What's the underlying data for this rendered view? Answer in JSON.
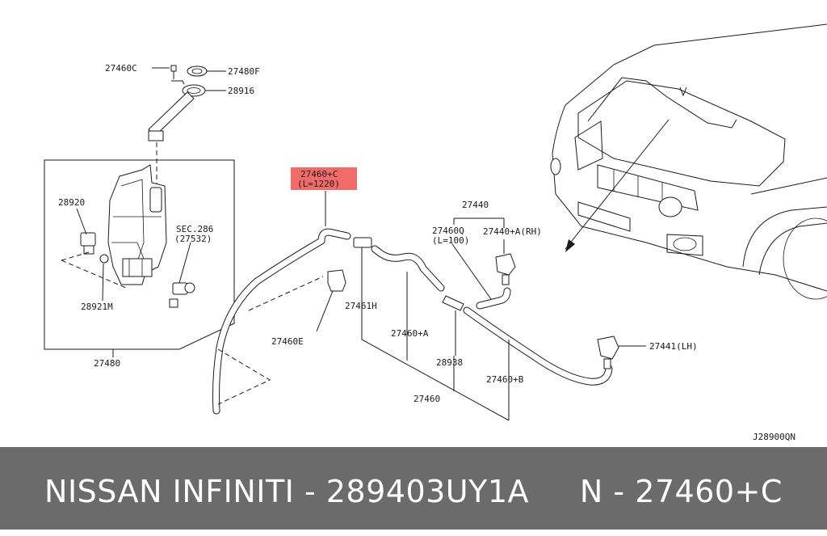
{
  "diagram": {
    "code": "J28900QN",
    "highlight": {
      "line1": "27460+C",
      "line2": "(L=1220)",
      "color": "#f26b6b"
    },
    "labels": {
      "p27460C_top": "27460C",
      "p27480F": "27480F",
      "p28916": "28916",
      "p28920": "28920",
      "sec_line1": "SEC.286",
      "sec_line2": "(27532)",
      "p28921M": "28921M",
      "p27480": "27480",
      "p27460E": "27460E",
      "p27461H": "27461H",
      "p27460A": "27460+A",
      "p27460": "27460",
      "p27440": "27440",
      "p27460Q_line1": "27460Q",
      "p27460Q_line2": "(L=100)",
      "p27440A": "27440+A(RH)",
      "p28938": "28938",
      "p27460B": "27460+B",
      "p27441": "27441(LH)"
    }
  },
  "footer": {
    "text": "NISSAN INFINITI - 289403UY1A     N - 27460+C",
    "background": "#6b6b6b"
  }
}
